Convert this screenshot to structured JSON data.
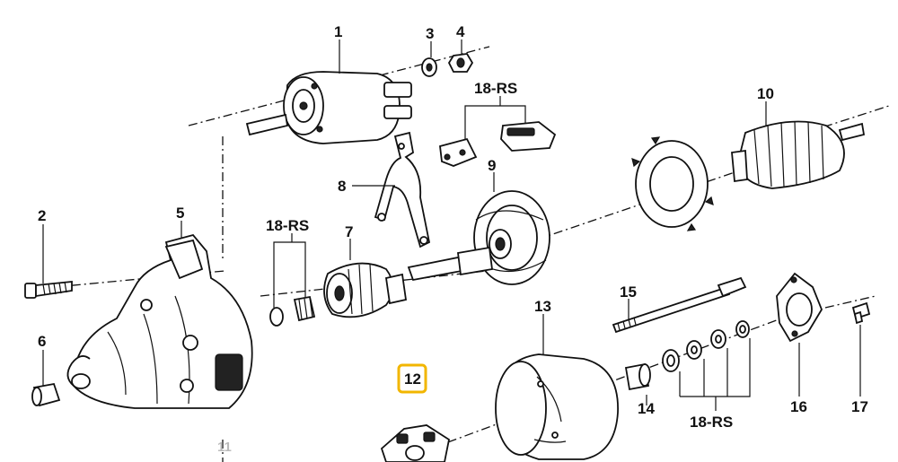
{
  "diagram": {
    "labels": {
      "p1": "1",
      "p2": "2",
      "p3": "3",
      "p4": "4",
      "p5": "5",
      "p6": "6",
      "p7": "7",
      "p8": "8",
      "p9": "9",
      "p10": "10",
      "p11": "11",
      "p12": "12",
      "p13": "13",
      "p14": "14",
      "p15": "15",
      "p16": "16",
      "p17": "17",
      "rs_top": "18-RS",
      "rs_left": "18-RS",
      "rs_bottom": "18-RS"
    },
    "highlight_color": "#f2b600",
    "selected_part": "12"
  }
}
